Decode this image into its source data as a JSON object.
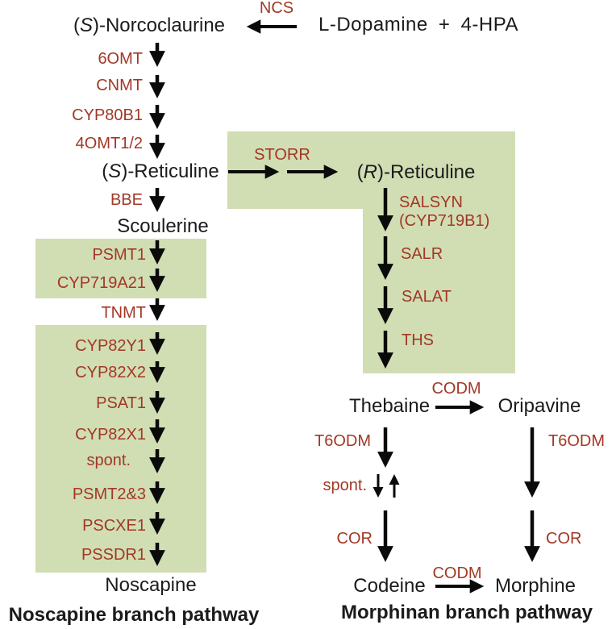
{
  "colors": {
    "enzyme": "#a23826",
    "box": "#d1ddb3",
    "text": "#1b1b1b",
    "arrow": "#0a0a0a"
  },
  "metabolites": {
    "norcoclaurine": "(S)-Norcoclaurine",
    "substrates": "L-Dopamine + 4-HPA",
    "s_reticuline": "(S)-Reticuline",
    "r_reticuline": "(R)-Reticuline",
    "scoulerine": "Scoulerine",
    "noscapine": "Noscapine",
    "thebaine": "Thebaine",
    "oripavine": "Oripavine",
    "codeine": "Codeine",
    "morphine": "Morphine"
  },
  "enzymes": {
    "ncs": "NCS",
    "storr": "STORR",
    "bbe": "BBE",
    "upper": [
      "6OMT",
      "CNMT",
      "CYP80B1",
      "4OMT1/2"
    ],
    "noscapine_branch": [
      "PSMT1",
      "CYP719A21",
      "TNMT",
      "CYP82Y1",
      "CYP82X2",
      "PSAT1",
      "CYP82X1",
      "spont.",
      "PSMT2&3",
      "PSCXE1",
      "PSSDR1"
    ],
    "salsyn_line1": "SALSYN",
    "salsyn_line2": "(CYP719B1)",
    "salr": "SALR",
    "salat": "SALAT",
    "ths": "THS",
    "codm_top": "CODM",
    "codm_bottom": "CODM",
    "t6odm_left": "T6ODM",
    "t6odm_right": "T6ODM",
    "spont_morphinan": "spont.",
    "cor_left": "COR",
    "cor_right": "COR"
  },
  "captions": {
    "noscapine_branch": "Noscapine branch pathway",
    "morphinan_branch": "Morphinan branch pathway"
  }
}
